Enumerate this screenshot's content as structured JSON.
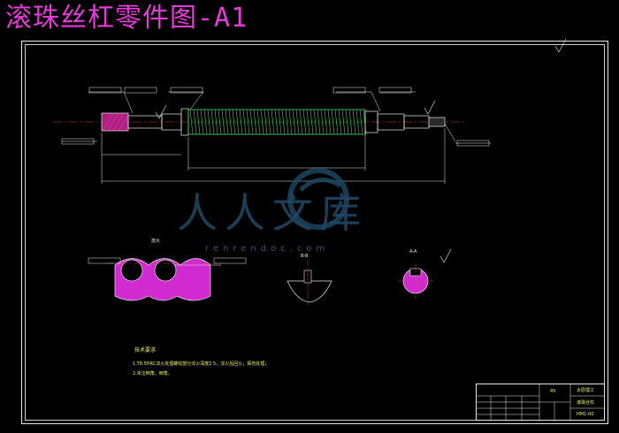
{
  "window": {
    "title": "滚珠丝杠零件图-A1"
  },
  "watermark": {
    "text": "人人文库",
    "url": "renrendoc.com"
  },
  "drawing": {
    "views": {
      "section_label": "放大",
      "section_a_label": "A-A",
      "section_b_label": "B-B"
    },
    "tech_requirements": {
      "title": "技术要求",
      "notes": [
        "1.T8.5HRC淬火处理螺纹部分淬火深度2.5，淬火后回火，探伤处理；",
        "2.未注倒角，倒角。"
      ]
    }
  },
  "title_block": {
    "material": "45",
    "school": "太原理工",
    "part_name": "滚珠丝杠",
    "drawing_no": "HM1-00"
  },
  "colors": {
    "title": "#e83ad8",
    "thread": "#2fe06a",
    "hatch": "#d02ad0",
    "dim": "#f0f060",
    "frame": "#e8e8e8"
  }
}
